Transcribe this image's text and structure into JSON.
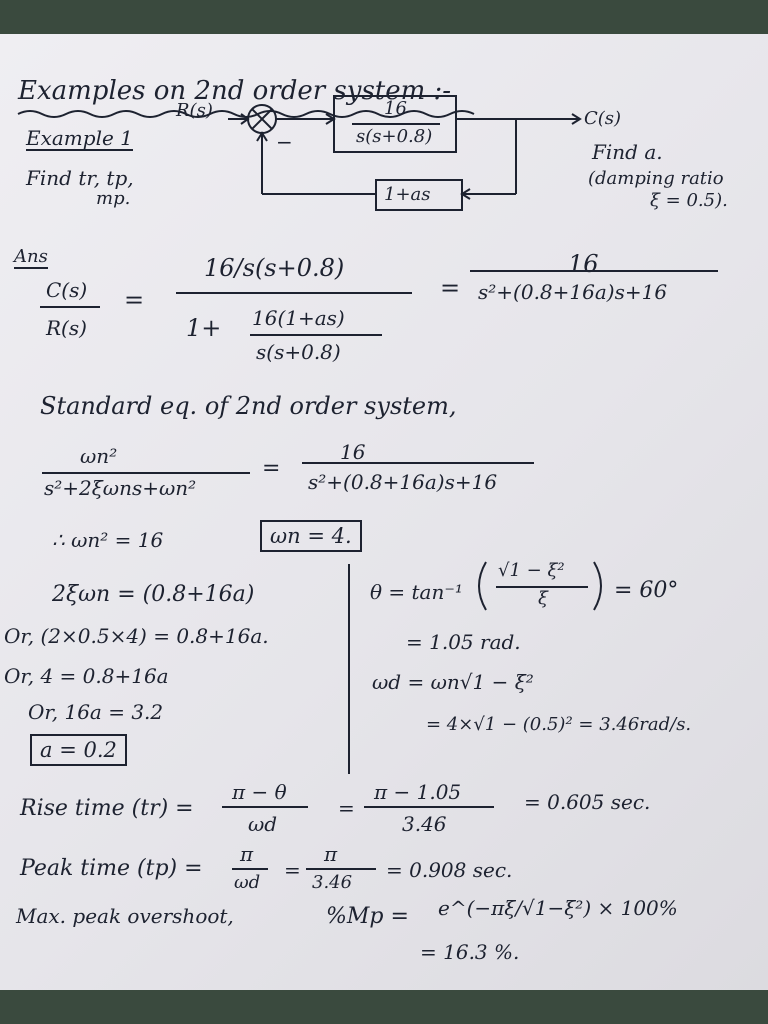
{
  "title": "Examples on 2nd order system :-",
  "example": {
    "label": "Example 1",
    "find_left_1": "Find tr, tp,",
    "find_left_2": "mp.",
    "find_right_1": "Find a.",
    "find_right_2": "(damping ratio",
    "find_right_3": "ξ = 0.5)."
  },
  "diagram": {
    "input": "R(s)",
    "output": "C(s)",
    "minus": "−",
    "forward_num": "16",
    "forward_den": "s(s+0.8)",
    "feedback": "1+as"
  },
  "answer": {
    "label": "Ans",
    "lhs_num": "C(s)",
    "lhs_den": "R(s)",
    "eq": "=",
    "big_num": "16/s(s+0.8)",
    "big_den_left": "1+",
    "big_den_num": "16(1+as)",
    "big_den_den": "s(s+0.8)",
    "result_num": "16",
    "result_den": "s²+(0.8+16a)s+16"
  },
  "standard": {
    "heading": "Standard eq. of 2nd order system,",
    "lhs_num": "ωn²",
    "lhs_den": "s²+2ξωns+ωn²",
    "rhs_num": "16",
    "rhs_den": "s²+(0.8+16a)s+16",
    "therefore": "∴ ωn² = 16",
    "wn_boxed": "ωn = 4."
  },
  "left_steps": {
    "s1": "2ξωn = (0.8+16a)",
    "s2": "Or, (2×0.5×4) = 0.8+16a.",
    "s3": "Or, 4 = 0.8+16a",
    "s4": "Or, 16a = 3.2",
    "result": "a = 0.2"
  },
  "right_steps": {
    "theta_lhs": "θ = tan⁻¹",
    "theta_num": "√1 − ξ²",
    "theta_den": "ξ",
    "theta_val": "= 60°",
    "theta_rad": "= 1.05 rad.",
    "wd_def": "ωd = ωn√1 − ξ²",
    "wd_val": "= 4×√1 − (0.5)² = 3.46rad/s."
  },
  "rise": {
    "label": "Rise time (tr) =",
    "f1_num": "π − θ",
    "f1_den": "ωd",
    "f2_num": "π − 1.05",
    "f2_den": "3.46",
    "value": "= 0.605 sec."
  },
  "peak": {
    "label": "Peak time (tp) =",
    "f1_num": "π",
    "f1_den": "ωd",
    "f2_num": "π",
    "f2_den": "3.46",
    "value": "= 0.908 sec."
  },
  "overshoot": {
    "label": "Max. peak overshoot,",
    "mp": "%Mp =",
    "formula": "e^(−πξ/√1−ξ²) × 100%",
    "value": "= 16.3 %."
  }
}
